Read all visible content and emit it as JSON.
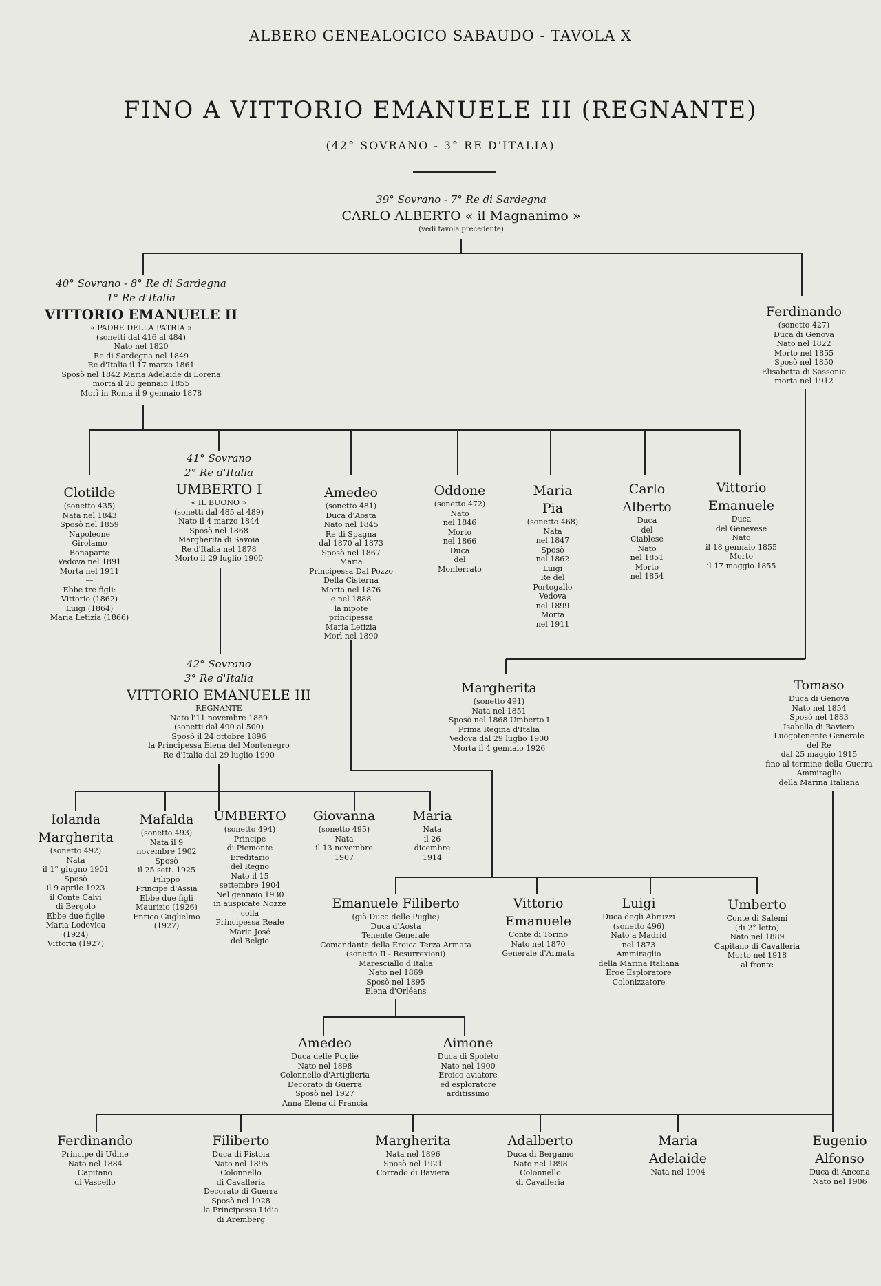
{
  "header": {
    "top": "ALBERO GENEALOGICO SABAUDO - TAVOLA X",
    "title": "FINO A VITTORIO EMANUELE III (REGNANTE)",
    "subtitle": "(42° SOVRANO - 3° RE D'ITALIA)"
  },
  "persons": {
    "carlo_alberto": {
      "rank": "39° Sovrano - 7° Re di Sardegna",
      "name": "CARLO ALBERTO « il Magnanimo »",
      "note": "(vedi tavola precedente)"
    },
    "ve2": {
      "rank": "40° Sovrano - 8° Re di Sardegna\n1° Re d'Italia",
      "name": "VITTORIO EMANUELE II",
      "epithet": "« PADRE DELLA PATRIA »",
      "details": "(sonetti dal 416 al 484)\nNato nel 1820\nRe di Sardegna nel 1849\nRe d'Italia il 17 marzo 1861\nSposò nel 1842 Maria Adelaide di Lorena\nmorta il 20 gennaio 1855\nMorì in Roma il 9 gennaio 1878"
    },
    "ferdinando_genova": {
      "name": "Ferdinando",
      "details": "(sonetto 427)\nDuca di Genova\nNato nel 1822\nMorto nel 1855\nSposò nel 1850\nElisabetta di Sassonia\nmorta nel 1912"
    },
    "clotilde": {
      "name": "Clotilde",
      "details": "(sonetto 435)\nNata nel 1843\nSposò nel 1859\nNapoleone\nGirolamo\nBonaparte\nVedova nel 1891\nMorta nel 1911\n—\nEbbe tre figli:\nVittorio (1862)\nLuigi (1864)\nMaria Letizia (1866)"
    },
    "umberto1": {
      "rank": "41° Sovrano\n2° Re d'Italia",
      "name": "UMBERTO I",
      "epithet": "« IL BUONO »",
      "details": "(sonetti dal 485 al 489)\nNato il 4 marzo 1844\nSposò nel 1868\nMargherita di Savoia\nRe d'Italia nel 1878\nMorto il 29 luglio 1900"
    },
    "amedeo_aosta": {
      "name": "Amedeo",
      "details": "(sonetto 481)\nDuca d'Aosta\nNato nel 1845\nRe di Spagna\ndal 1870 al 1873\nSposò nel 1867\nMaria\nPrincipessa Dal Pozzo\nDella Cisterna\nMorta nel 1876\ne nel 1888\nla nipote\nprincipessa\nMaria Letizia\nMorì nel 1890"
    },
    "oddone": {
      "name": "Oddone",
      "details": "(sonetto 472)\nNato\nnel 1846\nMorto\nnel 1866\nDuca\ndel\nMonferrato"
    },
    "maria_pia": {
      "name": "Maria\nPia",
      "details": "(sonetto 468)\nNata\nnel 1847\nSposò\nnel 1862\nLuigi\nRe del\nPortogallo\nVedova\nnel 1899\nMorta\nnel 1911"
    },
    "carlo_alberto_jr": {
      "name": "Carlo\nAlberto",
      "details": "Duca\ndel\nCiablese\nNato\nnel 1851\nMorto\nnel 1854"
    },
    "ve_genevese": {
      "name": "Vittorio\nEmanuele",
      "details": "Duca\ndel Genevese\nNato\nil 18 gennaio 1855\nMorto\nil 17 maggio 1855"
    },
    "ve3": {
      "rank": "42° Sovrano\n3° Re d'Italia",
      "name": "VITTORIO EMANUELE III",
      "epithet": "REGNANTE",
      "details": "Nato l'11 novembre 1869\n(sonetti dal 490 al 500)\nSposò il 24 ottobre 1896\nla Principessa Elena del Montenegro\nRe d'Italia dal 29 luglio 1900"
    },
    "margherita_regina": {
      "name": "Margherita",
      "details": "(sonetto 491)\nNata nel 1851\nSposò nel 1868 Umberto I\nPrima Regina d'Italia\nVedova dal 29 luglio 1900\nMorta il 4 gennaio 1926"
    },
    "tomaso": {
      "name": "Tomaso",
      "details": "Duca di Genova\nNato nel 1854\nSposò nel 1883\nIsabella di Baviera\nLuogotenente Generale\ndel Re\ndal 25 maggio 1915\nfino al termine della Guerra\nAmmiraglio\ndella Marina Italiana"
    },
    "iolanda": {
      "name": "Iolanda\nMargherita",
      "details": "(sonetto 492)\nNata\nil 1° giugno 1901\nSposò\nil 9 aprile 1923\nil Conte Calvi\ndi Bergolo\nEbbe due figlie\nMaria Lodovica\n(1924)\nVittoria (1927)"
    },
    "mafalda": {
      "name": "Mafalda",
      "details": "(sonetto 493)\nNata il 9\nnovembre 1902\nSposò\nil 25 sett. 1925\nFilippo\nPrincipe d'Assia\nEbbe due figli\nMaurizio (1926)\nEnrico Guglielmo\n(1927)"
    },
    "umberto_principe": {
      "name": "UMBERTO",
      "details": "(sonetto 494)\nPrincipe\ndi Piemonte\nEreditario\ndel Regno\nNato il 15\nsettembre 1904\nNel gennaio 1930\nin auspicate Nozze\ncolla\nPrincipessa Reale\nMaria José\ndel Belgio"
    },
    "giovanna": {
      "name": "Giovanna",
      "details": "(sonetto 495)\nNata\nil 13 novembre\n1907"
    },
    "maria_1914": {
      "name": "Maria",
      "details": "Nata\nil 26\ndicembre\n1914"
    },
    "ef": {
      "name": "Emanuele Filiberto",
      "details": "(già Duca delle Puglie)\nDuca d'Aosta\nTenente Generale\nComandante della Eroica Terza Armata\n(sonetto II - Resurrexioni)\nMaresciallo d'Italia\nNato nel 1869\nSposò nel 1895\nElena d'Orléans"
    },
    "ve_torino": {
      "name": "Vittorio\nEmanuele",
      "details": "Conte di Torino\nNato nel 1870\nGenerale d'Armata"
    },
    "luigi_abruzzi": {
      "name": "Luigi",
      "details": "Duca degli Abruzzi\n(sonetto 496)\nNato a Madrid\nnel 1873\nAmmiraglio\ndella Marina Italiana\nEroe Esploratore\nColonizzatore"
    },
    "umberto_salemi": {
      "name": "Umberto",
      "details": "Conte di Salemi\n(di 2° letto)\nNato nel 1889\nCapitano di Cavalleria\nMorto nel 1918\nal fronte"
    },
    "amedeo_puglie": {
      "name": "Amedeo",
      "details": "Duca delle Puglie\nNato nel 1898\nColonnello d'Artiglieria\nDecorato di Guerra\nSposò nel 1927\nAnna Elena di Francia"
    },
    "aimone": {
      "name": "Aimone",
      "details": "Duca di Spoleto\nNato nel 1900\nEroico aviatore\ned esploratore\narditissimo"
    },
    "ferdinando_udine": {
      "name": "Ferdinando",
      "details": "Principe di Udine\nNato nel 1884\nCapitano\ndi Vascello"
    },
    "filiberto": {
      "name": "Filiberto",
      "details": "Duca di Pistoia\nNato nel 1895\nColonnello\ndi Cavalleria\nDecorato di Guerra\nSposò nel 1928\nla Principessa Lidia\ndi Aremberg"
    },
    "margherita_baviera": {
      "name": "Margherita",
      "details": "Nata nel 1896\nSposò nel 1921\nCorrado di Baviera"
    },
    "adalberto": {
      "name": "Adalberto",
      "details": "Duca di Bergamo\nNato nel 1898\nColonnello\ndi Cavalleria"
    },
    "maria_adelaide": {
      "name": "Maria\nAdelaide",
      "details": "Nata nel 1904"
    },
    "eugenio": {
      "name": "Eugenio\nAlfonso",
      "details": "Duca di Ancona\nNato nel 1906"
    }
  }
}
